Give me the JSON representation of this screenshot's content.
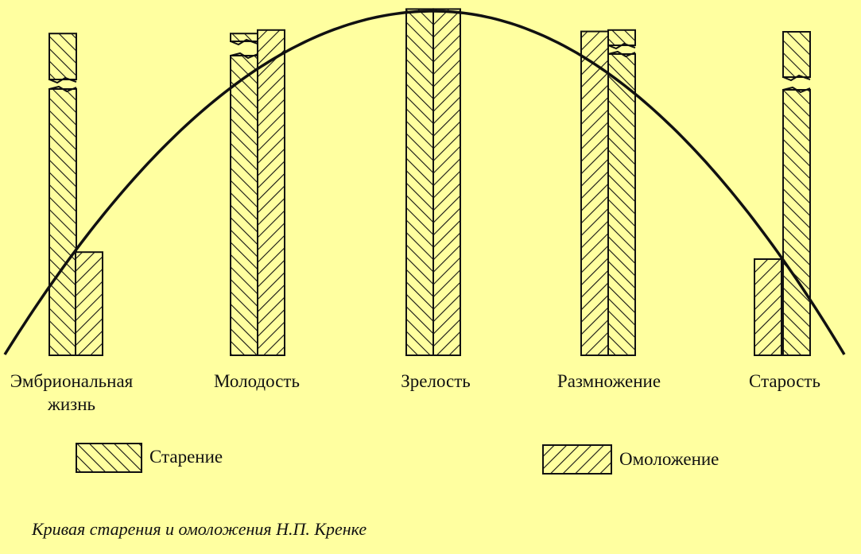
{
  "diagram": {
    "stages": [
      {
        "label": "Эмбриональная\nжизнь",
        "aging": 0.92,
        "rejuvenation": 0.295
      },
      {
        "label": "Молодость",
        "aging": 0.92,
        "rejuvenation": 0.93
      },
      {
        "label": "Зрелость",
        "aging": 0.99,
        "rejuvenation": 0.99
      },
      {
        "label": "Размножение",
        "aging": 0.93,
        "rejuvenation": 0.926
      },
      {
        "label": "Старость",
        "aging": 0.925,
        "rejuvenation": 0.275
      }
    ],
    "legend": {
      "aging_label": "Старение",
      "rejuvenation_label": "Омоложение"
    },
    "caption": "Кривая старения и омоложения Н.П. Кренке",
    "colors": {
      "background": "#FFFFA0",
      "ink": "#111111"
    }
  }
}
